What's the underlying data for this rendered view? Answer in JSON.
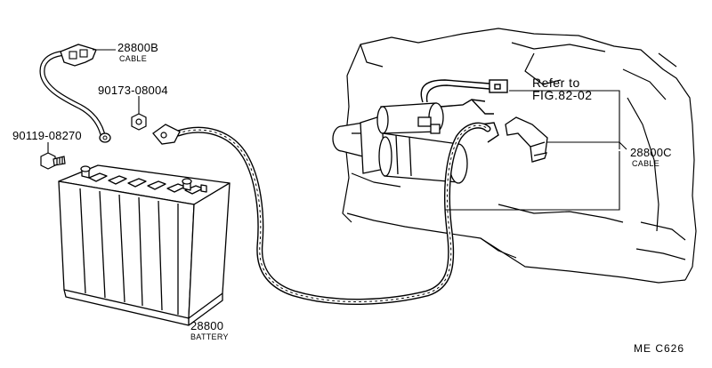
{
  "labels": {
    "cable_b_part": "28800B",
    "cable_b_name": "CABLE",
    "nut_part": "90173-08004",
    "bolt_part": "90119-08270",
    "battery_part": "28800",
    "battery_name": "BATTERY",
    "refer_line1": "Refer to",
    "refer_line2": "FIG.82-02",
    "cable_c_part": "28800C",
    "cable_c_name": "CABLE",
    "diagram_code": "ME  C626"
  },
  "colors": {
    "line": "#000000",
    "background": "#ffffff"
  }
}
